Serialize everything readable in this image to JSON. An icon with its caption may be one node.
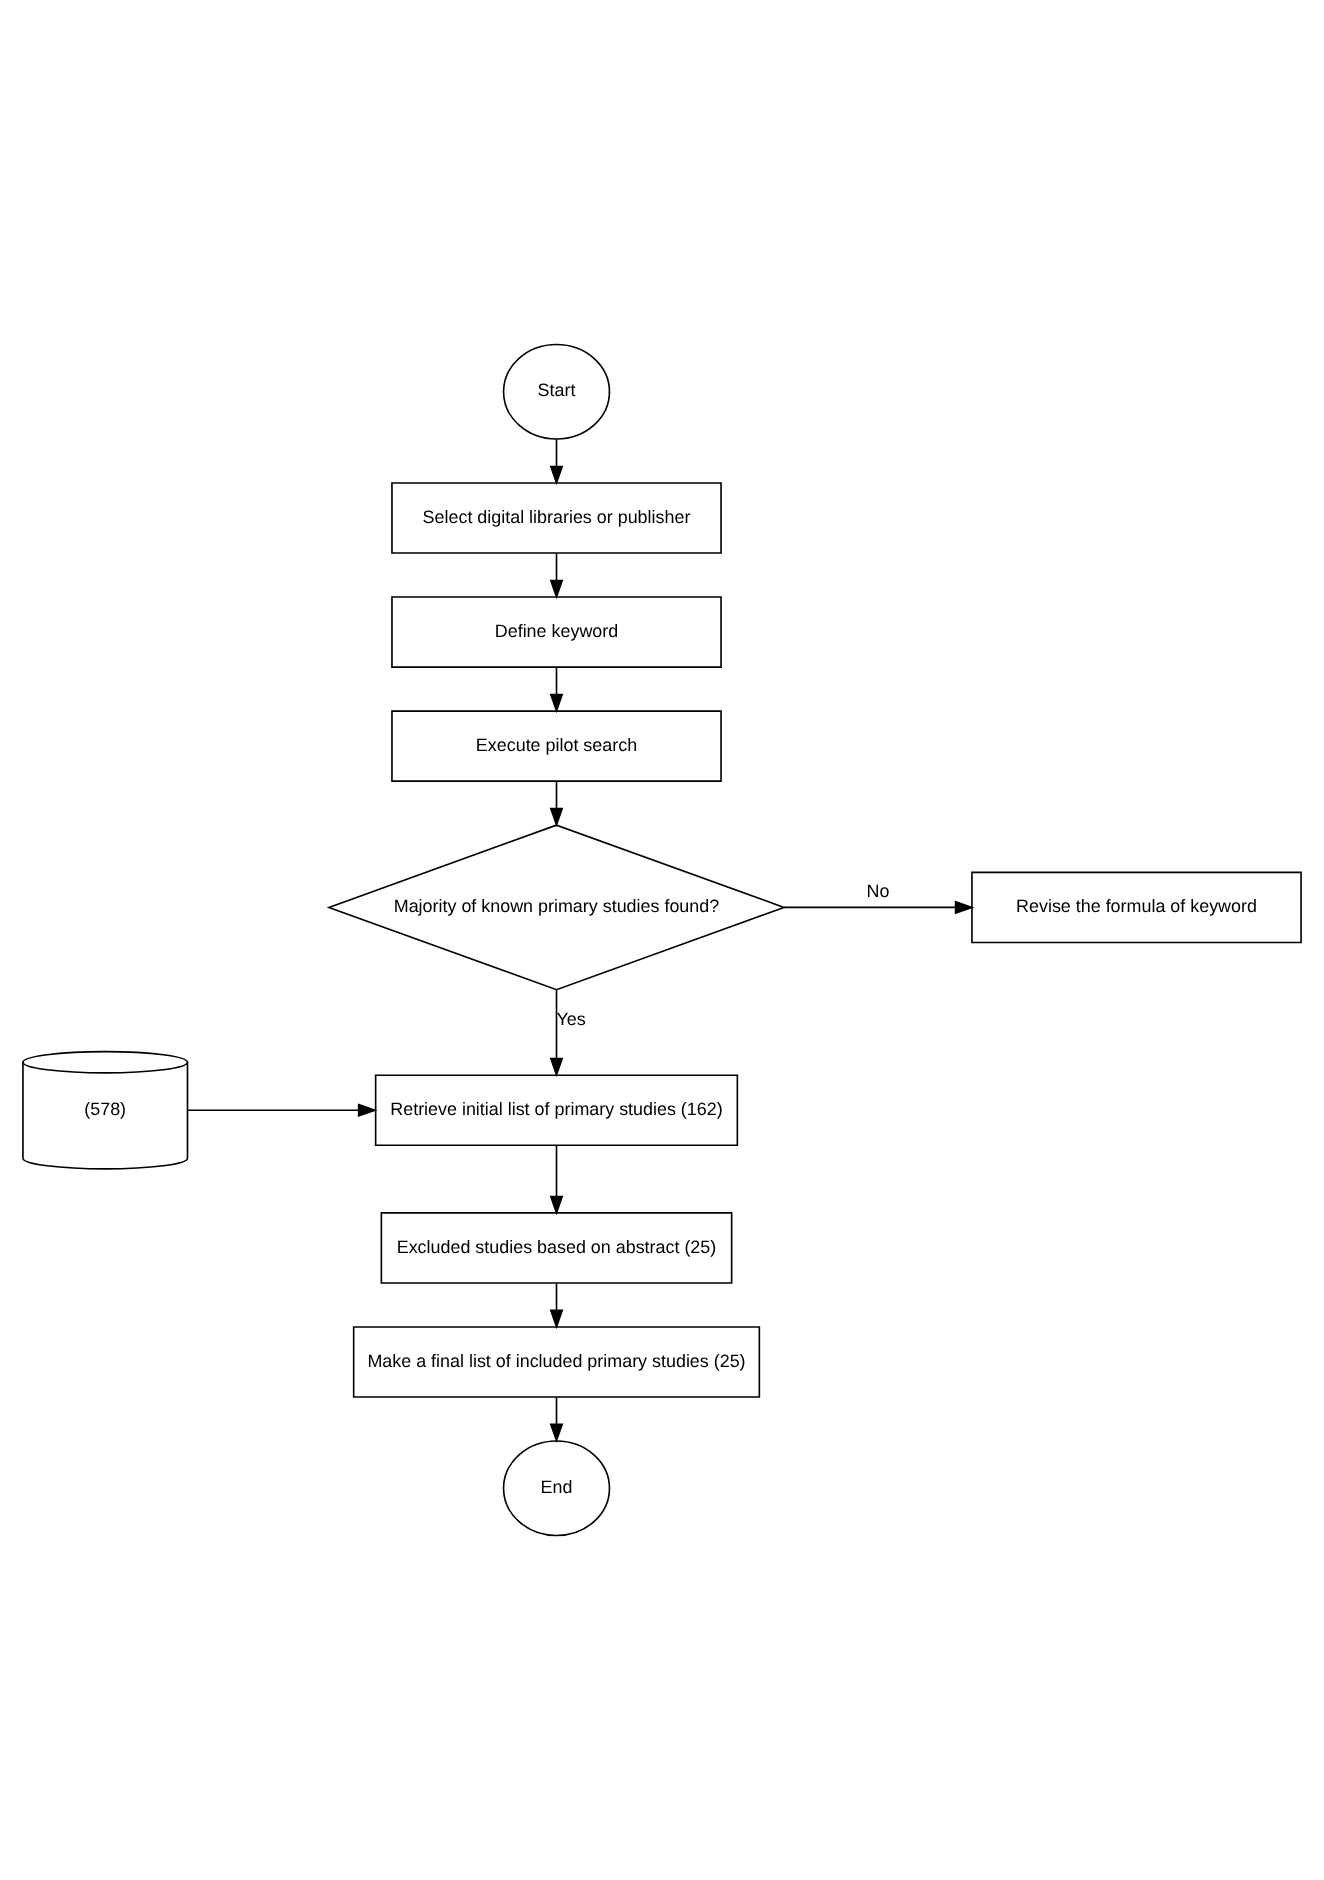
{
  "diagram": {
    "nodes": [
      {
        "text": [
          "Start"
        ]
      },
      {
        "text": [
          "Select digital libraries or publisher"
        ]
      },
      {
        "text": [
          "Define keyword"
        ]
      },
      {
        "text": [
          "Execute pilot search"
        ]
      },
      {
        "text": [
          "Majority of known primary studies found?"
        ]
      },
      {
        "text": [
          "Revise the formula of keyword"
        ]
      },
      {
        "text": [
          "Retrieve initial list of primary studies (162)"
        ]
      },
      {
        "text": [
          "(578)"
        ]
      },
      {
        "text": [
          "Excluded studies based on abstract (25)"
        ]
      },
      {
        "text": [
          "Make a final list of included primary studies (25)"
        ]
      },
      {
        "text": [
          "End"
        ]
      }
    ],
    "edges": [
      {
        "from": 0,
        "to": 1,
        "arrow": "to"
      },
      {
        "from": 1,
        "to": 2,
        "arrow": "to"
      },
      {
        "from": 2,
        "to": 3,
        "arrow": "to"
      },
      {
        "from": 3,
        "to": 4,
        "arrow": "to"
      },
      {
        "from": 4,
        "to": 5,
        "arrow": "to",
        "label": "No"
      },
      {
        "from": 4,
        "to": 6,
        "arrow": "to",
        "label": "Yes"
      },
      {
        "from": 7,
        "to": 6,
        "arrow": "to"
      },
      {
        "from": 6,
        "to": 8,
        "arrow": "to"
      },
      {
        "from": 8,
        "to": 9,
        "arrow": "to"
      },
      {
        "from": 9,
        "to": 10,
        "arrow": "to"
      }
    ]
  }
}
